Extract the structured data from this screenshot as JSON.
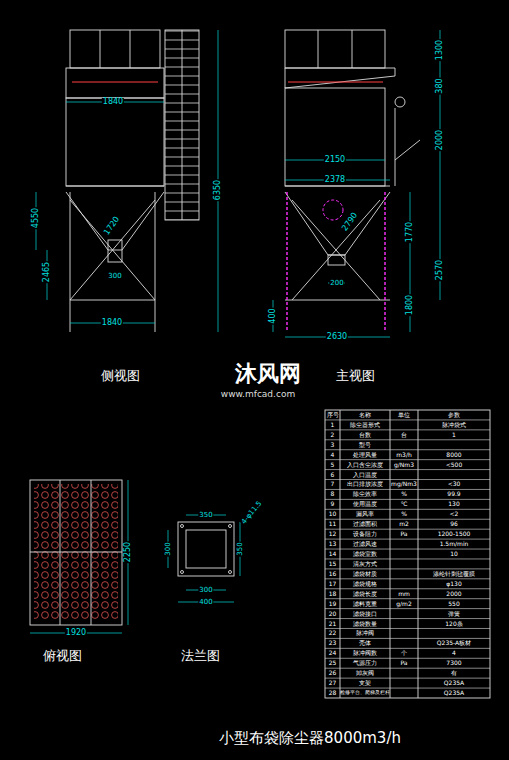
{
  "diagram": {
    "caption": "小型布袋除尘器8000m3/h",
    "labels": [
      "1840",
      "6350",
      "4550",
      "2465",
      "1720",
      "300",
      "1840",
      "1300",
      "380",
      "2000",
      "2150",
      "2378",
      "1770",
      "2570",
      "1800",
      "200",
      "400",
      "2630",
      "2790",
      "侧视图",
      "主视图",
      "沐风网",
      "www.mfcad.com",
      "2250",
      "1920",
      "俯视图",
      "350",
      "4-φ11.5",
      "300",
      "350",
      "300",
      "400",
      "法兰图",
      "序号",
      "名称",
      "单位",
      "参数",
      "1",
      "除尘器形式",
      "脉冲袋式",
      "2",
      "台数",
      "台",
      "1",
      "3",
      "型号",
      "4",
      "处理风量",
      "m3/h",
      "8000",
      "5",
      "入口含尘浓度",
      "g/Nm3",
      "<500",
      "6",
      "入口温度",
      "7",
      "出口排放浓度",
      "mg/Nm3",
      "<30",
      "8",
      "除尘效率",
      "%",
      "99.9",
      "9",
      "使用温度",
      "℃",
      "130",
      "10",
      "漏风率",
      "%",
      "<2",
      "11",
      "过滤面积",
      "m2",
      "96",
      "12",
      "设备阻力",
      "Pa",
      "1200-1500",
      "13",
      "过滤风速",
      "1.5m/min",
      "14",
      "滤袋室数",
      "10",
      "15",
      "清灰方式",
      "16",
      "滤袋材质",
      "涤纶针刺毡覆膜",
      "17",
      "滤袋规格",
      "φ130",
      "18",
      "滤袋长度",
      "mm",
      "2000",
      "19",
      "滤料克重",
      "g/m2",
      "550",
      "20",
      "滤袋接口",
      "弹簧",
      "21",
      "滤袋数量",
      "120条",
      "22",
      "脉冲阀",
      "23",
      "壳体",
      "Q235-A板材",
      "24",
      "脉冲阀数",
      "个",
      "4",
      "25",
      "气源压力",
      "Pa",
      "7300",
      "26",
      "卸灰阀",
      "有",
      "27",
      "支架",
      "Q235A",
      "28",
      "检修平台、爬梯及栏杆",
      "Q235A"
    ]
  }
}
